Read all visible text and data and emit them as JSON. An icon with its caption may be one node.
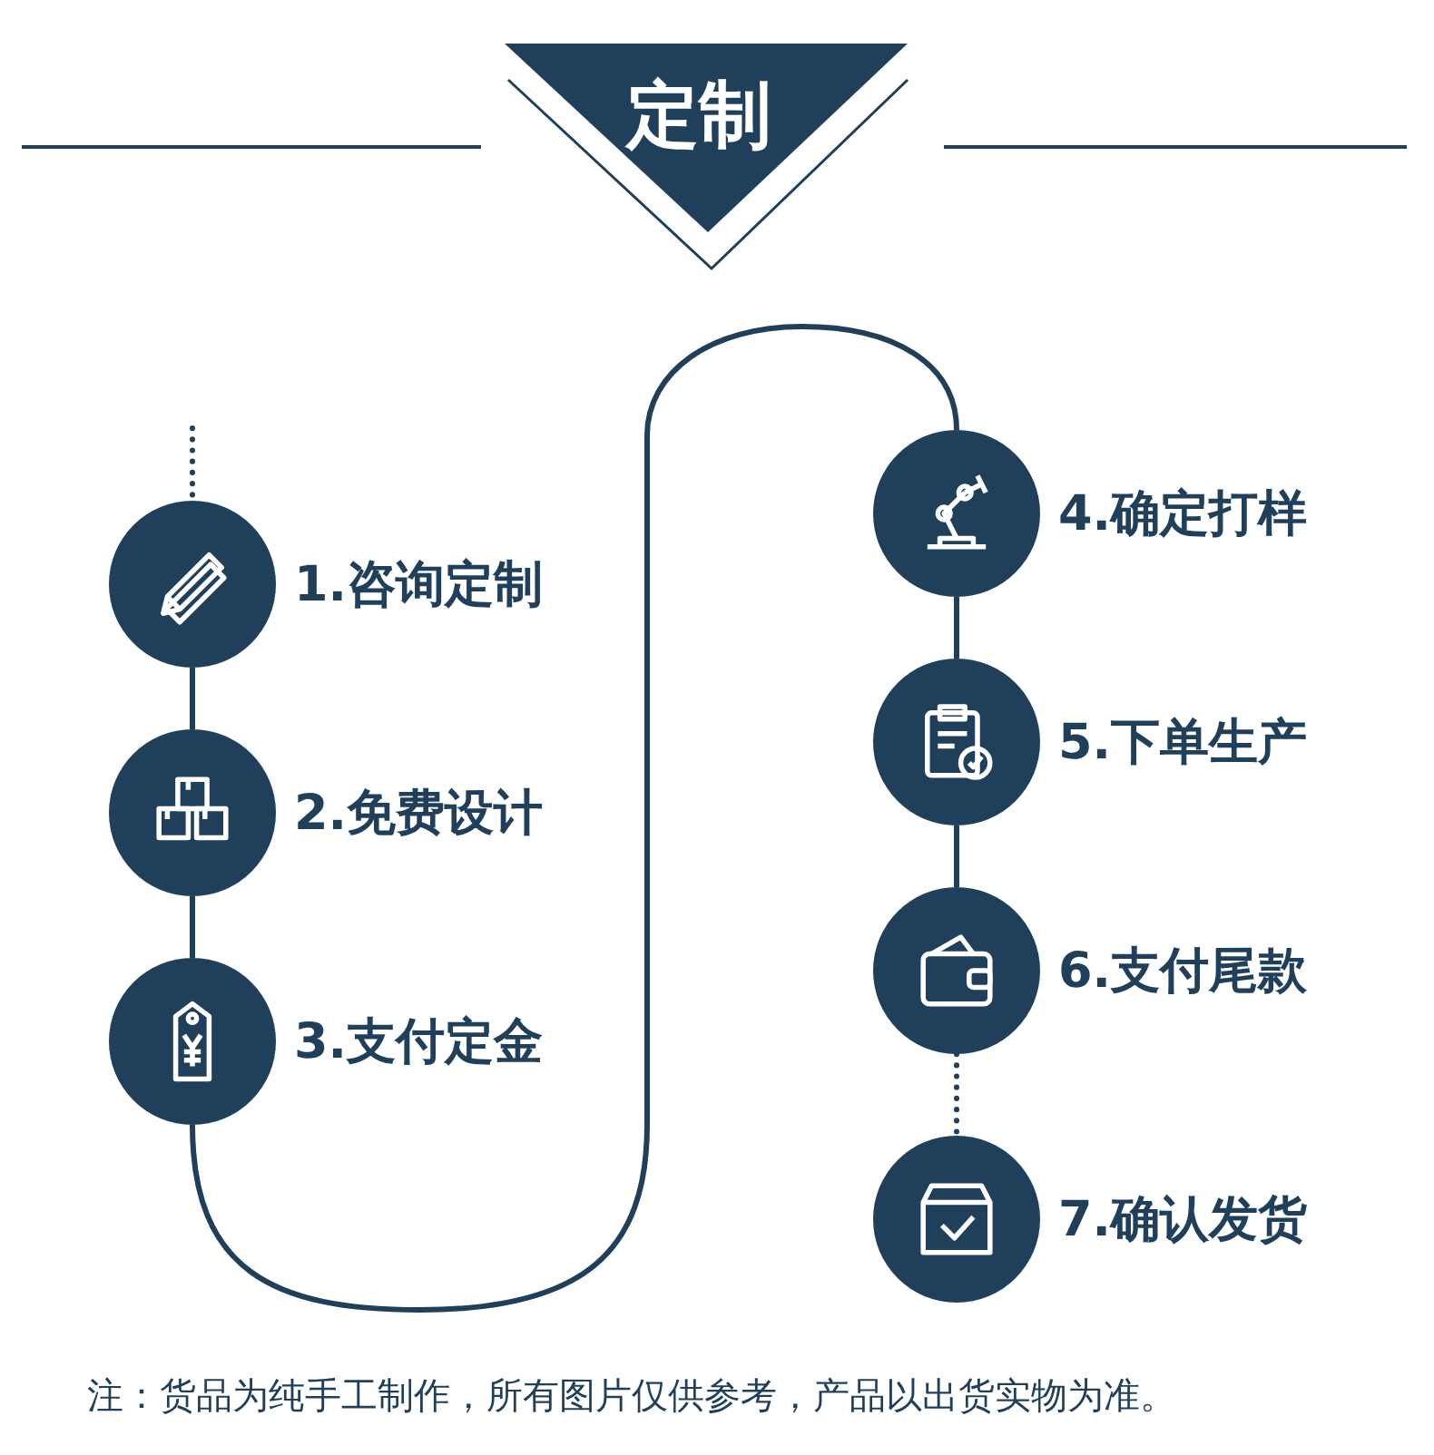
{
  "diagram": {
    "title": "定制",
    "nodes": [
      {
        "text": [],
        "shape": "circle",
        "beside": [
          "1.咨询定制"
        ]
      },
      {
        "text": [],
        "shape": "circle",
        "beside": [
          "2.免费设计"
        ]
      },
      {
        "text": [],
        "shape": "circle",
        "beside": [
          "3.支付定金"
        ]
      },
      {
        "text": [],
        "shape": "circle",
        "beside": [
          "4.确定打样"
        ]
      },
      {
        "text": [],
        "shape": "circle",
        "beside": [
          "5.下单生产"
        ]
      },
      {
        "text": [],
        "shape": "circle",
        "beside": [
          "6.支付尾款"
        ]
      },
      {
        "text": [],
        "shape": "circle",
        "beside": [
          "7.确认发货"
        ]
      }
    ],
    "edges": [
      {
        "from": null,
        "to": 0,
        "arrow": "none",
        "style": "dashed"
      },
      {
        "from": 0,
        "to": 1,
        "arrow": "none"
      },
      {
        "from": 1,
        "to": 2,
        "arrow": "none"
      },
      {
        "from": 2,
        "to": 3,
        "arrow": "none"
      },
      {
        "from": 3,
        "to": 4,
        "arrow": "none"
      },
      {
        "from": 4,
        "to": 5,
        "arrow": "none"
      },
      {
        "from": 5,
        "to": 6,
        "arrow": "none",
        "style": "dashed"
      }
    ],
    "labels": [
      "注：货品为纯手工制作，所有图片仅供参考，产品以出货实物为准。"
    ]
  }
}
